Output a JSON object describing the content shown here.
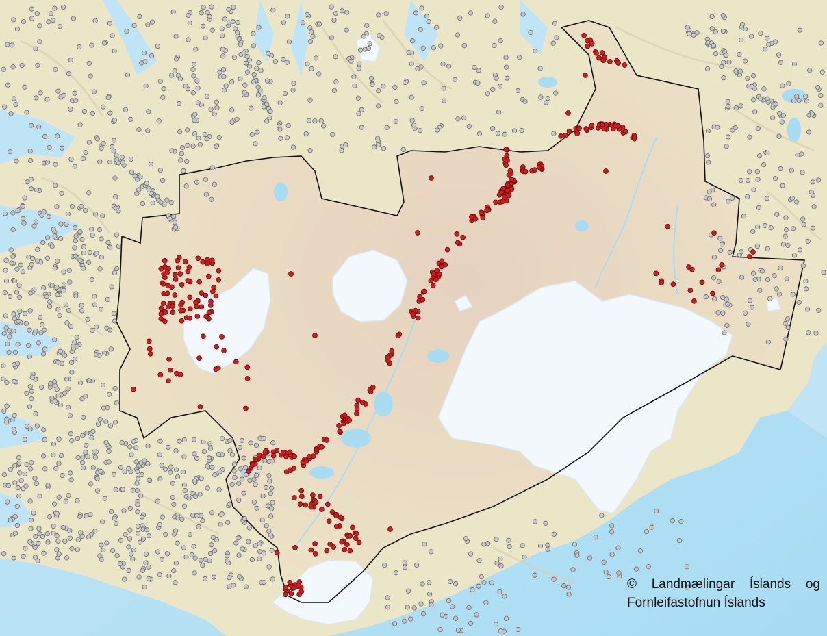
{
  "map": {
    "attribution_line1": [
      "©",
      "Landmælingar",
      "Íslands",
      "og"
    ],
    "attribution_line2": "Fornleifastofnun Íslands",
    "colors": {
      "sea": "#bde3f4",
      "land_lowland": "#ece6c6",
      "land_highland": "#e9d6c4",
      "glacier": "#f2f8fc",
      "lake": "#a8dcf2",
      "boundary": "#111111",
      "site_outside": "#c9c9c9",
      "site_inside": "#d11d1d"
    },
    "legend_items": [],
    "icons": [
      "copyright-symbol"
    ]
  }
}
